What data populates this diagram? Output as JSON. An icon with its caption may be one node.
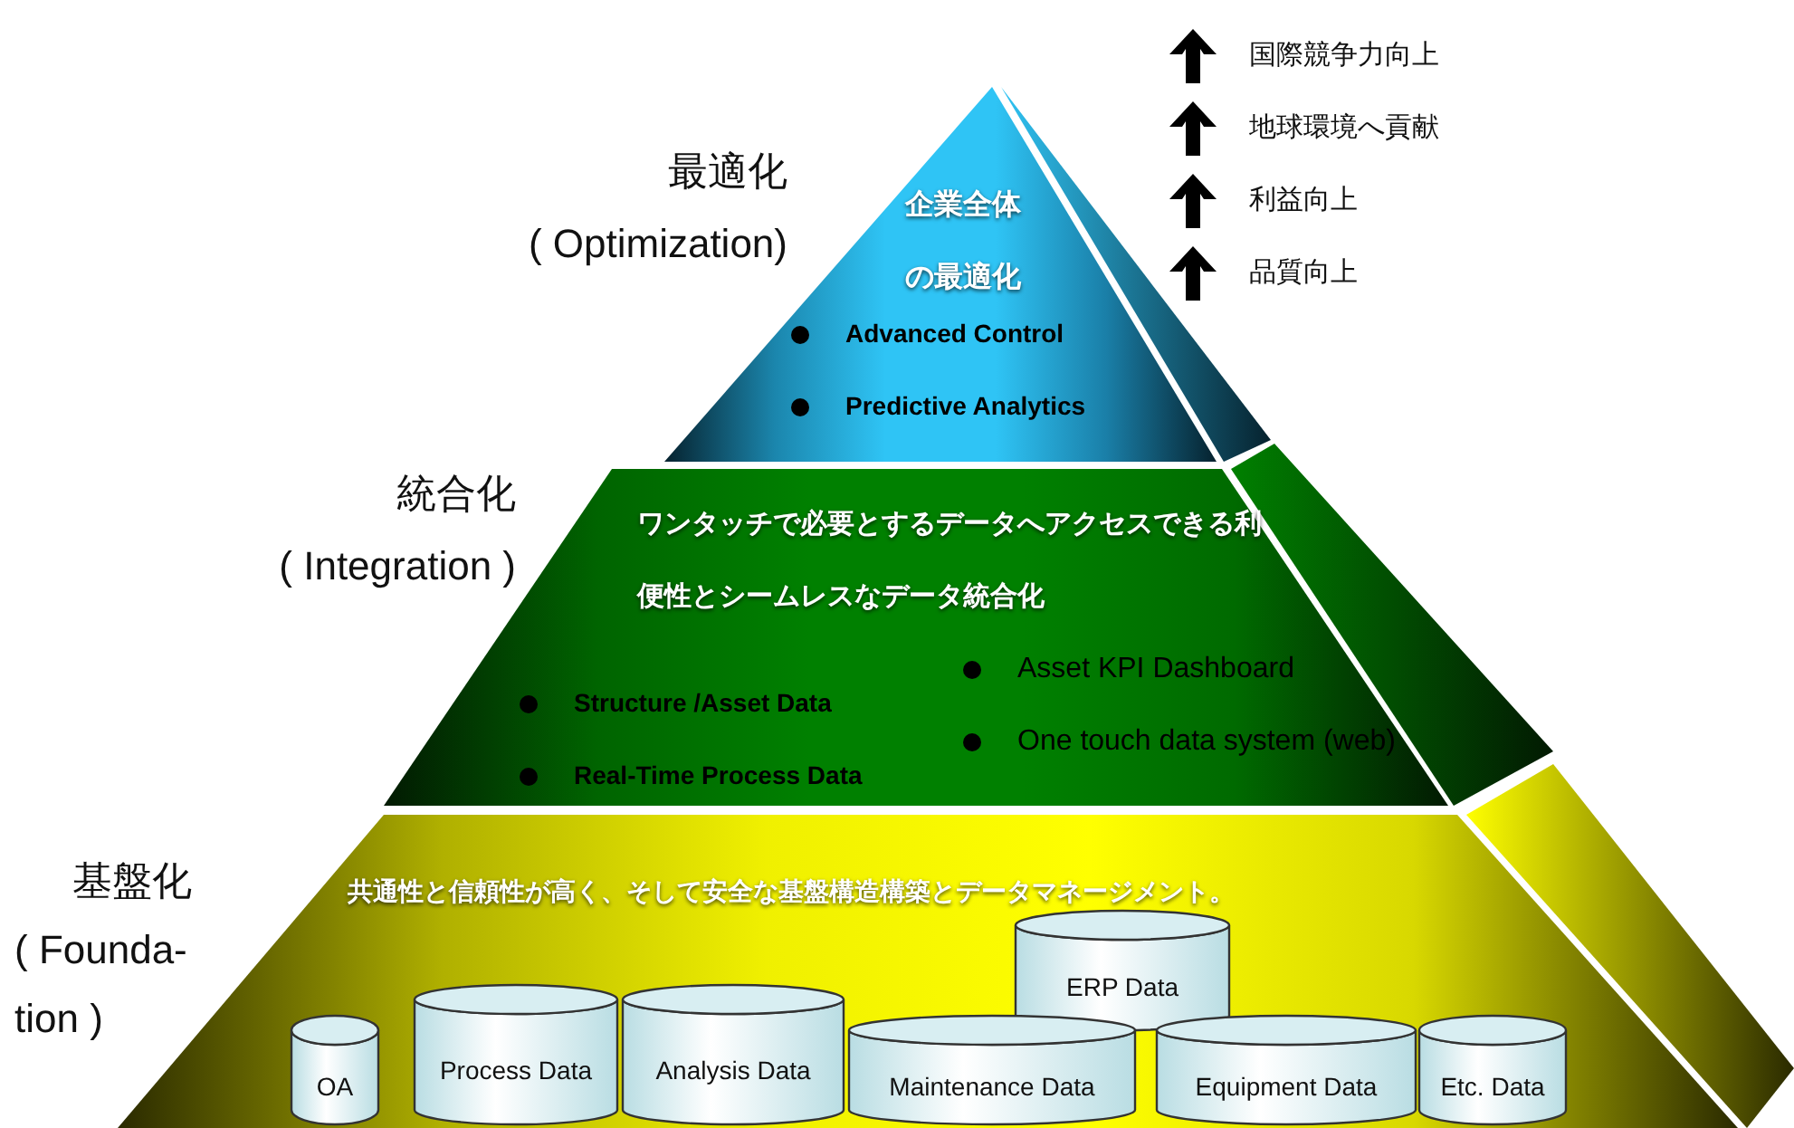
{
  "diagram": {
    "nodes": [
      {
        "text": [
          "最適化",
          "( Optimization)",
          "企業全体の最適化",
          "Advanced Control",
          "Predictive Analytics"
        ]
      },
      {
        "text": [
          "統合化",
          "( Integration )",
          "ワンタッチで必要とするデータへアクセスできる利便性とシームレスなデータ統合化",
          "Structure /Asset Data",
          "Real-Time Process Data",
          "Asset KPI Dashboard",
          "One touch data system (web)"
        ]
      },
      {
        "text": [
          "基盤化",
          "( Founda- tion )",
          "共通性と信頼性が高く、そして安全な基盤構造構築とデータマネージメント。"
        ]
      },
      {
        "text": [
          "OA"
        ],
        "in": 2
      },
      {
        "text": [
          "Process Data"
        ],
        "in": 2
      },
      {
        "text": [
          "Analysis Data"
        ],
        "in": 2
      },
      {
        "text": [
          "ERP Data"
        ],
        "in": 2
      },
      {
        "text": [
          "Maintenance Data"
        ],
        "in": 2
      },
      {
        "text": [
          "Equipment Data"
        ],
        "in": 2
      },
      {
        "text": [
          "Etc. Data"
        ],
        "in": 2
      }
    ],
    "labels": [
      "国際競争力向上",
      "地球環境へ貢献",
      "利益向上",
      "品質向上"
    ]
  }
}
